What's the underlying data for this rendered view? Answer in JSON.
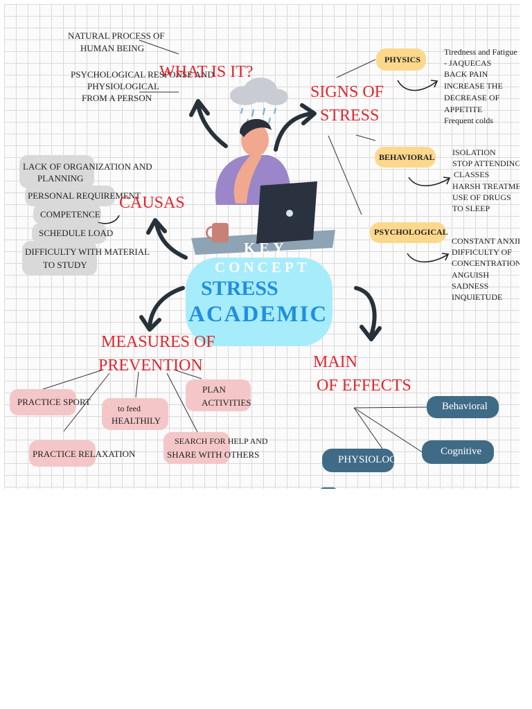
{
  "what_is_it": {
    "title": "WHAT IS IT?",
    "line1": "NATURAL PROCESS OF",
    "line2": "HUMAN BEING",
    "line3": "PSYCHOLOGICAL RESPONSE AND",
    "line4": "PHYSIOLOGICAL",
    "line5": "FROM A PERSON"
  },
  "signs": {
    "title1": "SIGNS OF",
    "title2": "STRESS",
    "physics": {
      "label": "PHYSICS",
      "items": [
        "Tiredness and Fatigue",
        "- JAQUECAS",
        "BACK PAIN",
        "INCREASE THE",
        "DECREASE OF",
        "APPETITE",
        "Frequent colds"
      ]
    },
    "behavioral": {
      "label": "BEHAVIORAL",
      "items": [
        "ISOLATION",
        "STOP ATTENDING",
        "CLASSES",
        "HARSH TREATMENT",
        "USE OF DRUGS",
        "TO SLEEP"
      ]
    },
    "psychological": {
      "label": "PSYCHOLOGICAL",
      "items": [
        "CONSTANT ANXIETY",
        "DIFFICULTY OF",
        "CONCENTRATION",
        "ANGUISH",
        "SADNESS",
        "INQUIETUDE"
      ]
    }
  },
  "causes": {
    "title": "CAUSAS",
    "items": {
      "c1a": "LACK OF ORGANIZATION AND",
      "c1b": "PLANNING",
      "c2": "PERSONAL REQUIREMENT",
      "c3": "COMPETENCE",
      "c4": "SCHEDULE LOAD",
      "c5a": "DIFFICULTY WITH MATERIAL",
      "c5b": "TO STUDY"
    }
  },
  "center": {
    "key": "KEY",
    "concept": "CONCEPT",
    "stress": "STRESS",
    "academic": "ACADEMIC"
  },
  "prevention": {
    "title1": "MEASURES OF",
    "title2": "PREVENTION",
    "sport": "PRACTICE SPORT",
    "feed1": "to feed",
    "feed2": "HEALTHILY",
    "plan1": "PLAN",
    "plan2": "ACTIVITIES",
    "relax": "PRACTICE RELAXATION",
    "help1": "SEARCH FOR HELP AND",
    "help2": "SHARE WITH OTHERS"
  },
  "effects": {
    "title1": "MAIN",
    "title2": "OF EFFECTS",
    "behavioral": "Behavioral",
    "cognitive": "Cognitive",
    "physio": "PHYSIOLOG"
  },
  "colors": {
    "red": "#e3262e",
    "center_blue": "#a7ecfa",
    "center_text": "#1f8fe0",
    "pill_gray": "#d9d9d9",
    "pill_pink": "#f4c6c8",
    "pill_amber": "#fcd88c",
    "pill_teal": "#3f6b86"
  }
}
